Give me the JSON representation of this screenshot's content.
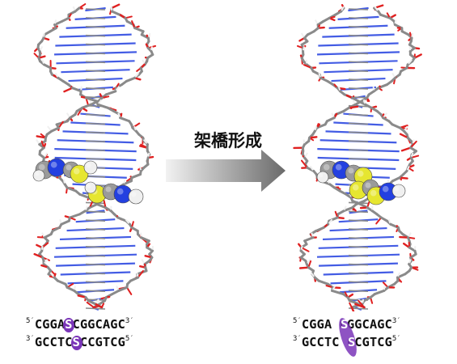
{
  "arrow_label": "架橋形成",
  "colors": {
    "carbon": "#8a8a8a",
    "oxygen": "#e02020",
    "nitrogen": "#2340e0",
    "hydrogen": "#f0f0f0",
    "sulfur": "#e6e630",
    "highlight": "#7a35b8",
    "arrow_start": "#ececec",
    "arrow_end": "#6a6a6a"
  },
  "left": {
    "top_strand": {
      "p5": "5′",
      "a": "CGGA",
      "s": "S",
      "b": "CGGCAGC",
      "p3": "3′"
    },
    "bottom_strand": {
      "p3": "3′",
      "a": "GCCTC",
      "s": "S",
      "b": "CCGTCG",
      "p5": "5′"
    }
  },
  "right": {
    "top_strand": {
      "p5": "5′",
      "a": "CGGA",
      "s": "S",
      "b": "CGGCAGC",
      "p3": "3′"
    },
    "bottom_strand": {
      "p3": "3′",
      "a": "GCCTC",
      "s": "S",
      "b": "CCGTCG",
      "p5": "5′"
    }
  }
}
